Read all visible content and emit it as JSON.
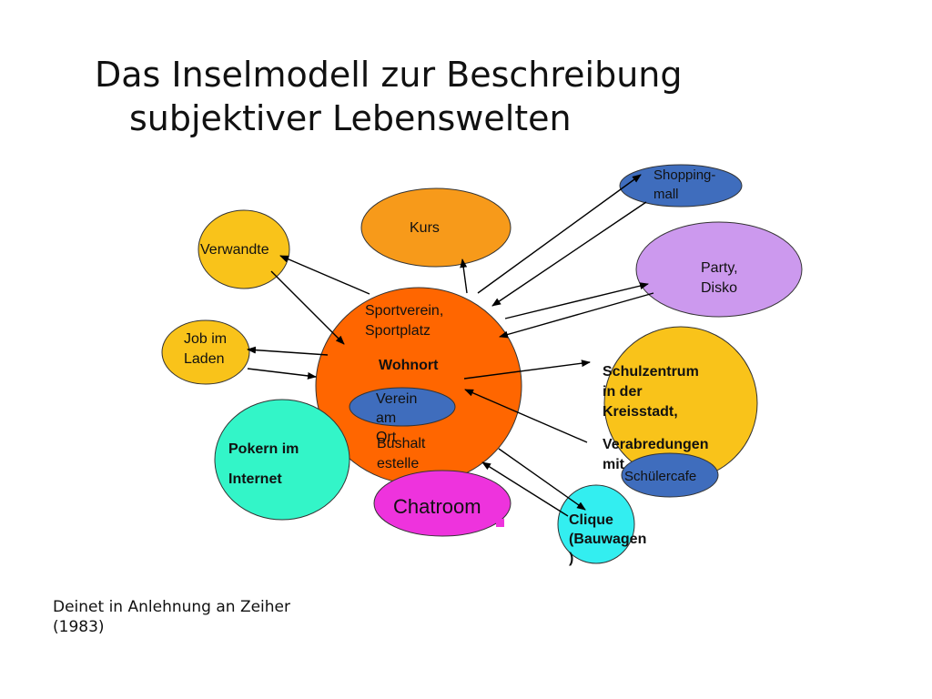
{
  "title": {
    "line1": "Das Inselmodell zur Beschreibung",
    "line2": "subjektiver Lebenswelten"
  },
  "nodes": {
    "shopping": "Shopping-\nmall",
    "kurs": "Kurs",
    "verwandte": "Verwandte",
    "party": "Party,\nDisko",
    "sportverein": "Sportverein,\nSportplatz",
    "wohnort": "Wohnort",
    "verein": "Verein\nam\nOrt",
    "bushaltestelle": "Bushalt\nestelle",
    "job": "Job im\nLaden",
    "schulzentrum": "Schulzentrum\nin der\nKreisstadt,",
    "verabredungen": "Verabredungen\nmit",
    "schuelercafe": "Schülercafe",
    "pokern": "Pokern im",
    "internet": "Internet",
    "chatroom": "Chatroom",
    "clique": "Clique\n(Bauwagen\n)"
  },
  "colors": {
    "center": "#ff6600",
    "kurs": "#f79a1a",
    "verwandte": "#f9c31a",
    "job": "#f9c31a",
    "party": "#cc99ee",
    "shopping": "#3f6dbd",
    "verein": "#3f6dbd",
    "schuelercafe": "#3f6dbd",
    "schulzentrum": "#f9c31a",
    "pokern": "#33f5c8",
    "chatroom": "#ee33dd",
    "clique": "#33eef0"
  },
  "credit": "Deinet in Anlehnung an Zeiher\n(1983)"
}
